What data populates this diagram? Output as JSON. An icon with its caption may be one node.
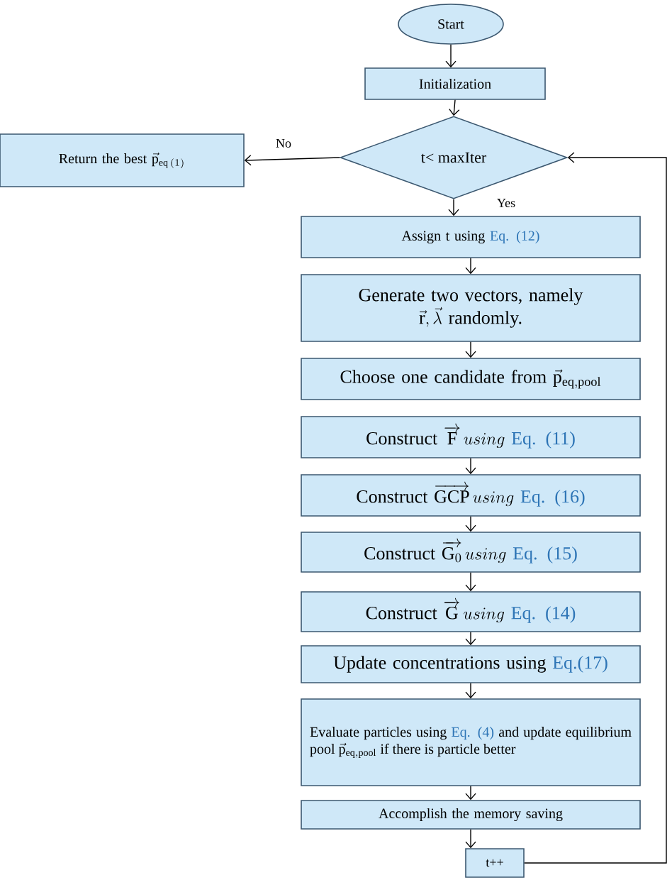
{
  "diagram": {
    "nodes": [
      {
        "text": [
          "Start"
        ]
      },
      {
        "text": [
          "Initialization"
        ]
      },
      {
        "text": [
          "t< maxIter"
        ]
      },
      {
        "text": [
          "Return the best",
          "\\vec{\\mathrm{p}}_{\\mathrm{eq}\\,(1)}"
        ]
      },
      {
        "text": [
          "Assign t using",
          "Eq. (12)"
        ]
      },
      {
        "text": [
          "Generate two vectors, namely",
          "\\vec{\\mathrm{r}},\\vec{\\lambda}",
          "randomly."
        ]
      },
      {
        "text": [
          "Choose one candidate from",
          "\\vec{\\mathrm{p}}_{\\mathrm{eq,pool}}"
        ]
      },
      {
        "text": [
          "Construct",
          "\\overrightarrow{\\mathrm{F}}\\,using",
          "Eq. (11)"
        ]
      },
      {
        "text": [
          "Construct",
          "\\overrightarrow{\\mathrm{GCP}}\\,using",
          "Eq. (16)"
        ]
      },
      {
        "text": [
          "Construct",
          "\\overrightarrow{\\mathrm{G}_0}\\,using",
          "Eq. (15)"
        ]
      },
      {
        "text": [
          "Construct",
          "\\overrightarrow{\\mathrm{G}}\\,using",
          "Eq. (14)"
        ]
      },
      {
        "text": [
          "Update concentrations using",
          "Eq.(17)"
        ]
      },
      {
        "text": [
          "Evaluate particles using",
          "Eq. (4)",
          "and update equilibrium pool",
          "\\vec{\\mathrm{p}}_{\\mathrm{eq,pool}}",
          "if there is particle better"
        ]
      },
      {
        "text": [
          "Accomplish the memory saving"
        ]
      },
      {
        "text": [
          "t++"
        ]
      }
    ],
    "edges": [
      {
        "from": 0,
        "to": 1,
        "arrow": "to"
      },
      {
        "from": 1,
        "to": 2,
        "arrow": "to"
      },
      {
        "from": 2,
        "to": 3,
        "arrow": "to",
        "label": "No"
      },
      {
        "from": 2,
        "to": 4,
        "arrow": "to",
        "label": "Yes"
      },
      {
        "from": 4,
        "to": 5,
        "arrow": "to"
      },
      {
        "from": 5,
        "to": 6,
        "arrow": "to"
      },
      {
        "from": 7,
        "to": 8,
        "arrow": "to"
      },
      {
        "from": 8,
        "to": 9,
        "arrow": "to"
      },
      {
        "from": 9,
        "to": 10,
        "arrow": "to"
      },
      {
        "from": 10,
        "to": 11,
        "arrow": "to"
      },
      {
        "from": 11,
        "to": 12,
        "arrow": "to"
      },
      {
        "from": 12,
        "to": 13,
        "arrow": "to"
      },
      {
        "from": 13,
        "to": 14,
        "arrow": "to"
      },
      {
        "from": 14,
        "to": 2,
        "arrow": "to"
      }
    ]
  }
}
